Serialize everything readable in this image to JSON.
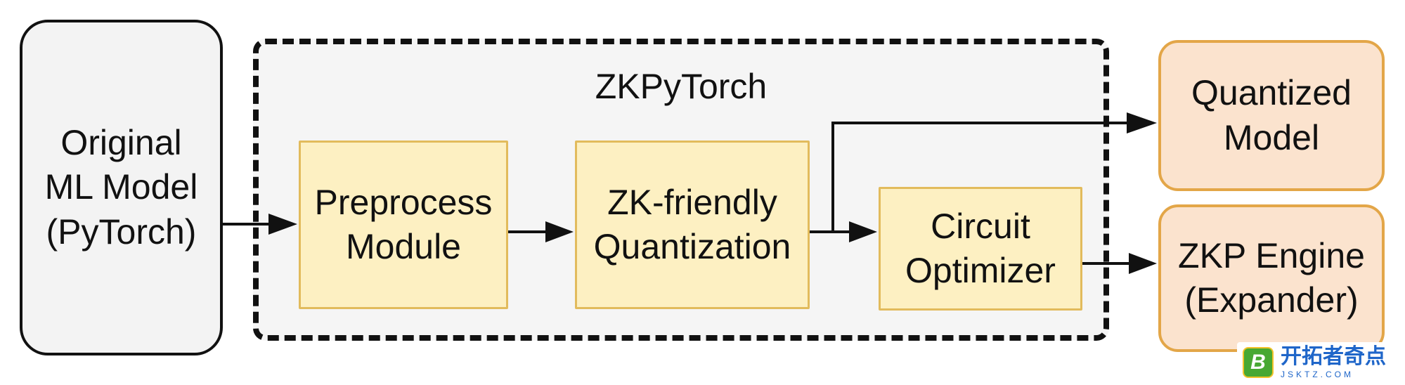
{
  "nodes": {
    "original_model": {
      "lines": [
        "Original",
        "ML Model",
        "(PyTorch)"
      ]
    },
    "zkpytorch": {
      "title": "ZKPyTorch"
    },
    "preprocess": {
      "lines": [
        "Preprocess",
        "Module"
      ]
    },
    "quantization": {
      "lines": [
        "ZK-friendly",
        "Quantization"
      ]
    },
    "circuit_optimizer": {
      "lines": [
        "Circuit",
        "Optimizer"
      ]
    },
    "quantized_model": {
      "lines": [
        "Quantized",
        "Model"
      ]
    },
    "zkp_engine": {
      "lines": [
        "ZKP Engine",
        "(Expander)"
      ]
    }
  },
  "edges": [
    {
      "from": "original_model",
      "to": "preprocess"
    },
    {
      "from": "preprocess",
      "to": "quantization"
    },
    {
      "from": "quantization",
      "to": "circuit_optimizer"
    },
    {
      "from": "quantization",
      "to": "quantized_model"
    },
    {
      "from": "circuit_optimizer",
      "to": "zkp_engine"
    }
  ],
  "watermark": {
    "logo_letter": "B",
    "name": "开拓者奇点",
    "url": "JSKTZ.COM"
  },
  "colors": {
    "stage_fill": "#fdf0c2",
    "stage_border": "#e2bb5c",
    "output_fill": "#fbe3ce",
    "output_border": "#e3a648",
    "input_fill": "#f3f3f3",
    "frame_fill": "#f5f5f5",
    "stroke": "#111111"
  }
}
